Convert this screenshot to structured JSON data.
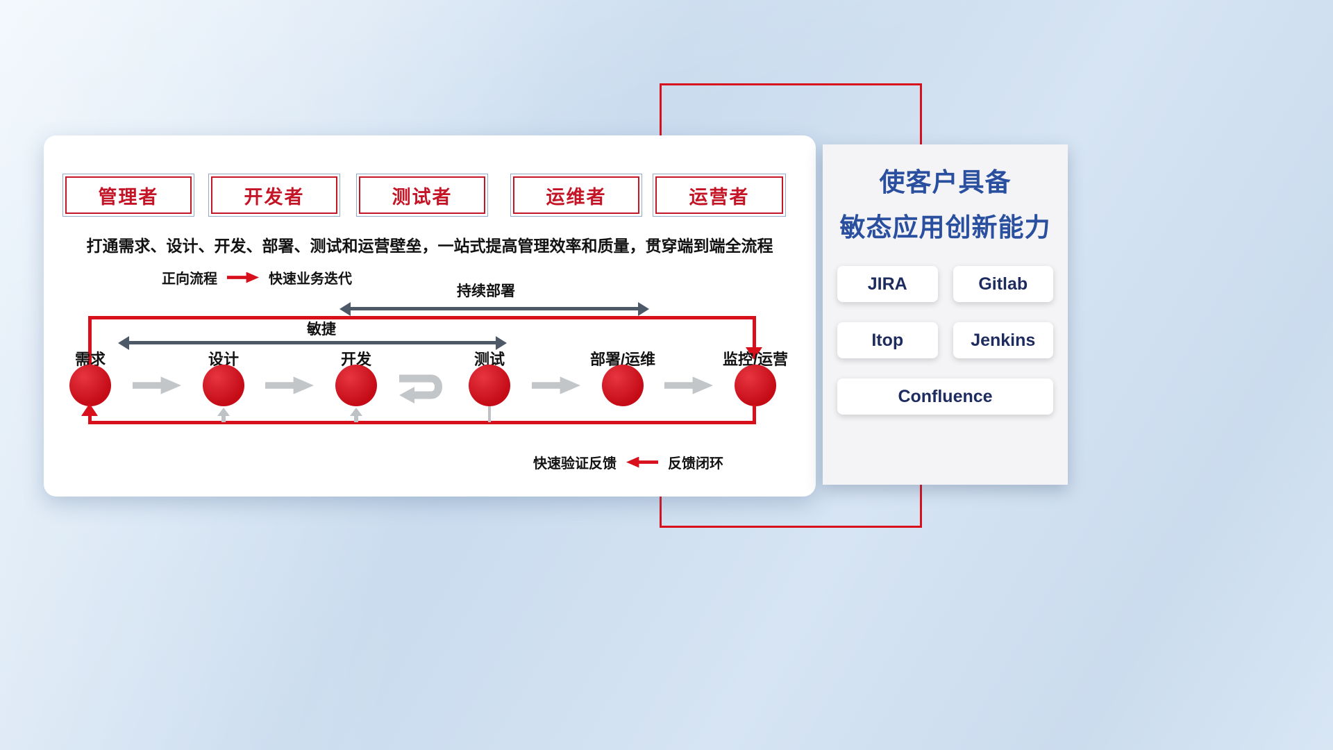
{
  "roles": [
    {
      "label": "管理者"
    },
    {
      "label": "开发者"
    },
    {
      "label": "测试者"
    },
    {
      "label": "运维者"
    },
    {
      "label": "运营者"
    }
  ],
  "headline": "打通需求、设计、开发、部署、测试和运营壁垒，一站式提高管理效率和质量，贯穿端到端全流程",
  "legends": {
    "forward_label": "正向流程",
    "forward_value": "快速业务迭代",
    "feedback_label": "快速验证反馈",
    "feedback_value": "反馈闭环"
  },
  "spans": {
    "continuous_deployment": "持续部署",
    "agile": "敏捷"
  },
  "flow": {
    "nodes": [
      {
        "label": "需求"
      },
      {
        "label": "设计"
      },
      {
        "label": "开发"
      },
      {
        "label": "测试"
      },
      {
        "label": "部署/运维"
      },
      {
        "label": "监控/运营"
      }
    ]
  },
  "right_panel": {
    "title_line1": "使客户具备",
    "title_line2": "敏态应用创新能力",
    "tools": [
      {
        "label": "JIRA"
      },
      {
        "label": "Gitlab"
      },
      {
        "label": "Itop"
      },
      {
        "label": "Jenkins"
      },
      {
        "label": "Confluence"
      }
    ]
  },
  "icons": {
    "forward_arrow": "red-arrow-right",
    "feedback_arrow": "red-arrow-left",
    "iteration_loop": "gray-uturn-arrow",
    "flow_arrow": "gray-arrow-right"
  },
  "colors": {
    "accent_red": "#d7101c",
    "title_blue": "#2a4f9f",
    "dark_arrow": "#4d5966",
    "gray_arrow": "#c3c6c8"
  }
}
